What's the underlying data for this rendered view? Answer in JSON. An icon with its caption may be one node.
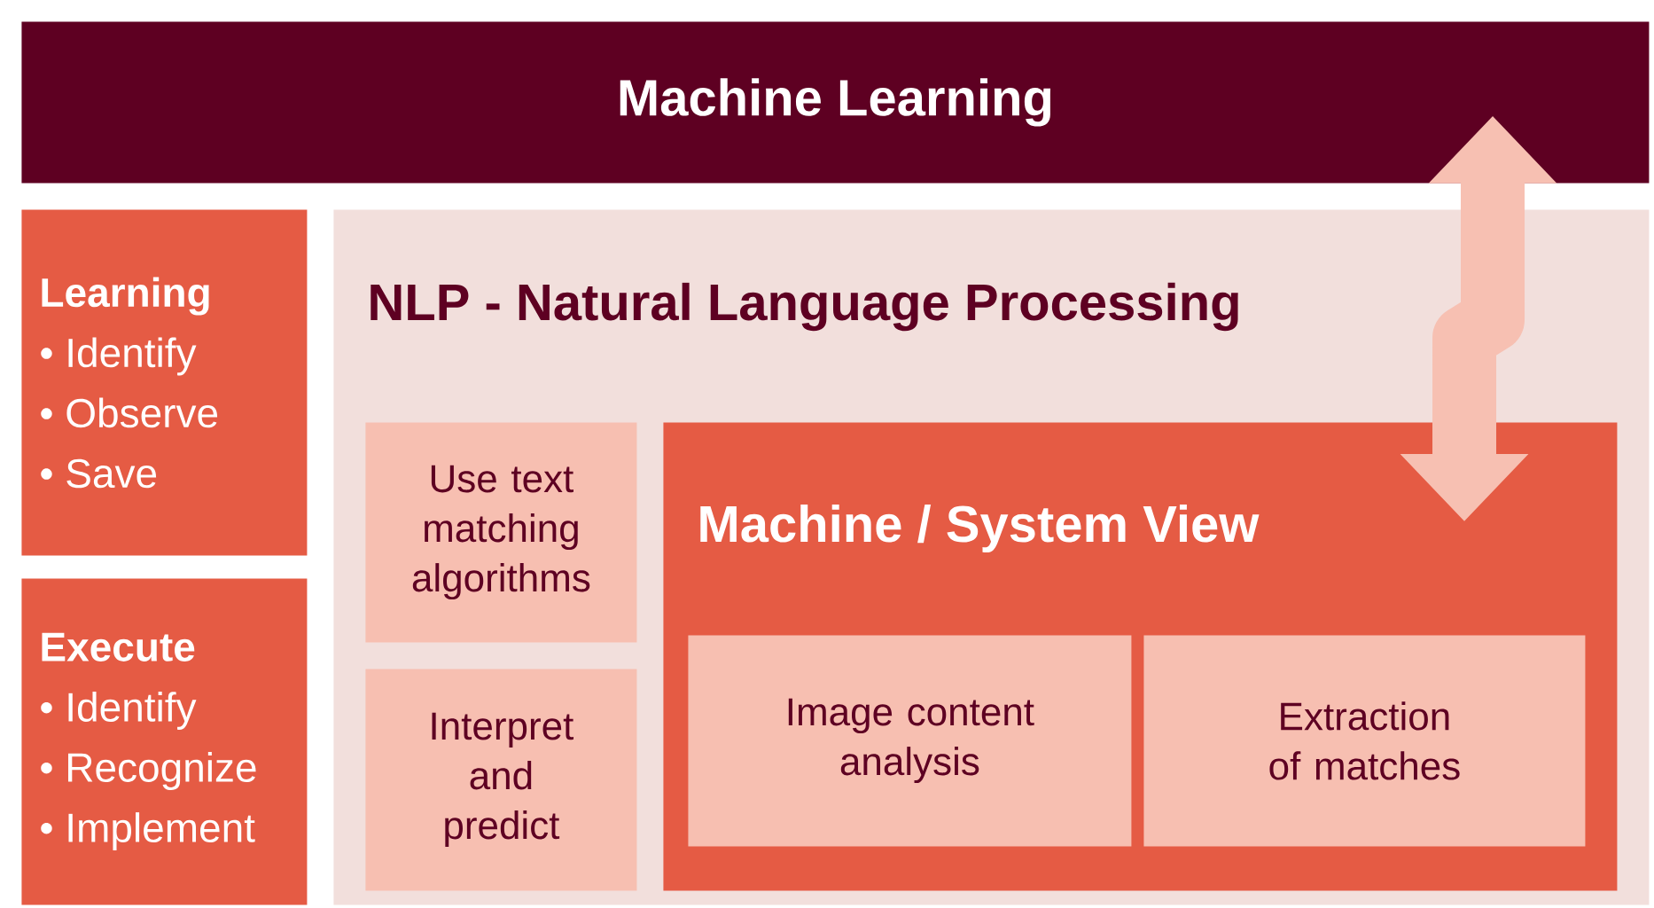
{
  "diagram": {
    "nodes": [
      {
        "text": [
          "Machine Learning"
        ]
      },
      {
        "text": [
          "Learning",
          "• Identify",
          "• Observe",
          "• Save"
        ]
      },
      {
        "text": [
          "Execute",
          "• Identify",
          "• Recognize",
          "• Implement"
        ]
      },
      {
        "text": [
          "NLP - Natural Language Processing"
        ]
      },
      {
        "text": [
          "Use text matching algorithms"
        ],
        "in": 3
      },
      {
        "text": [
          "Interpret and predict"
        ],
        "in": 3
      },
      {
        "text": [
          "Machine / System View"
        ],
        "in": 3
      },
      {
        "text": [
          "Image content analysis"
        ],
        "in": 6
      },
      {
        "text": [
          "Extraction of matches"
        ],
        "in": 6
      }
    ],
    "edges": [
      {
        "from": 0,
        "to": 6,
        "arrow": "both"
      }
    ]
  }
}
